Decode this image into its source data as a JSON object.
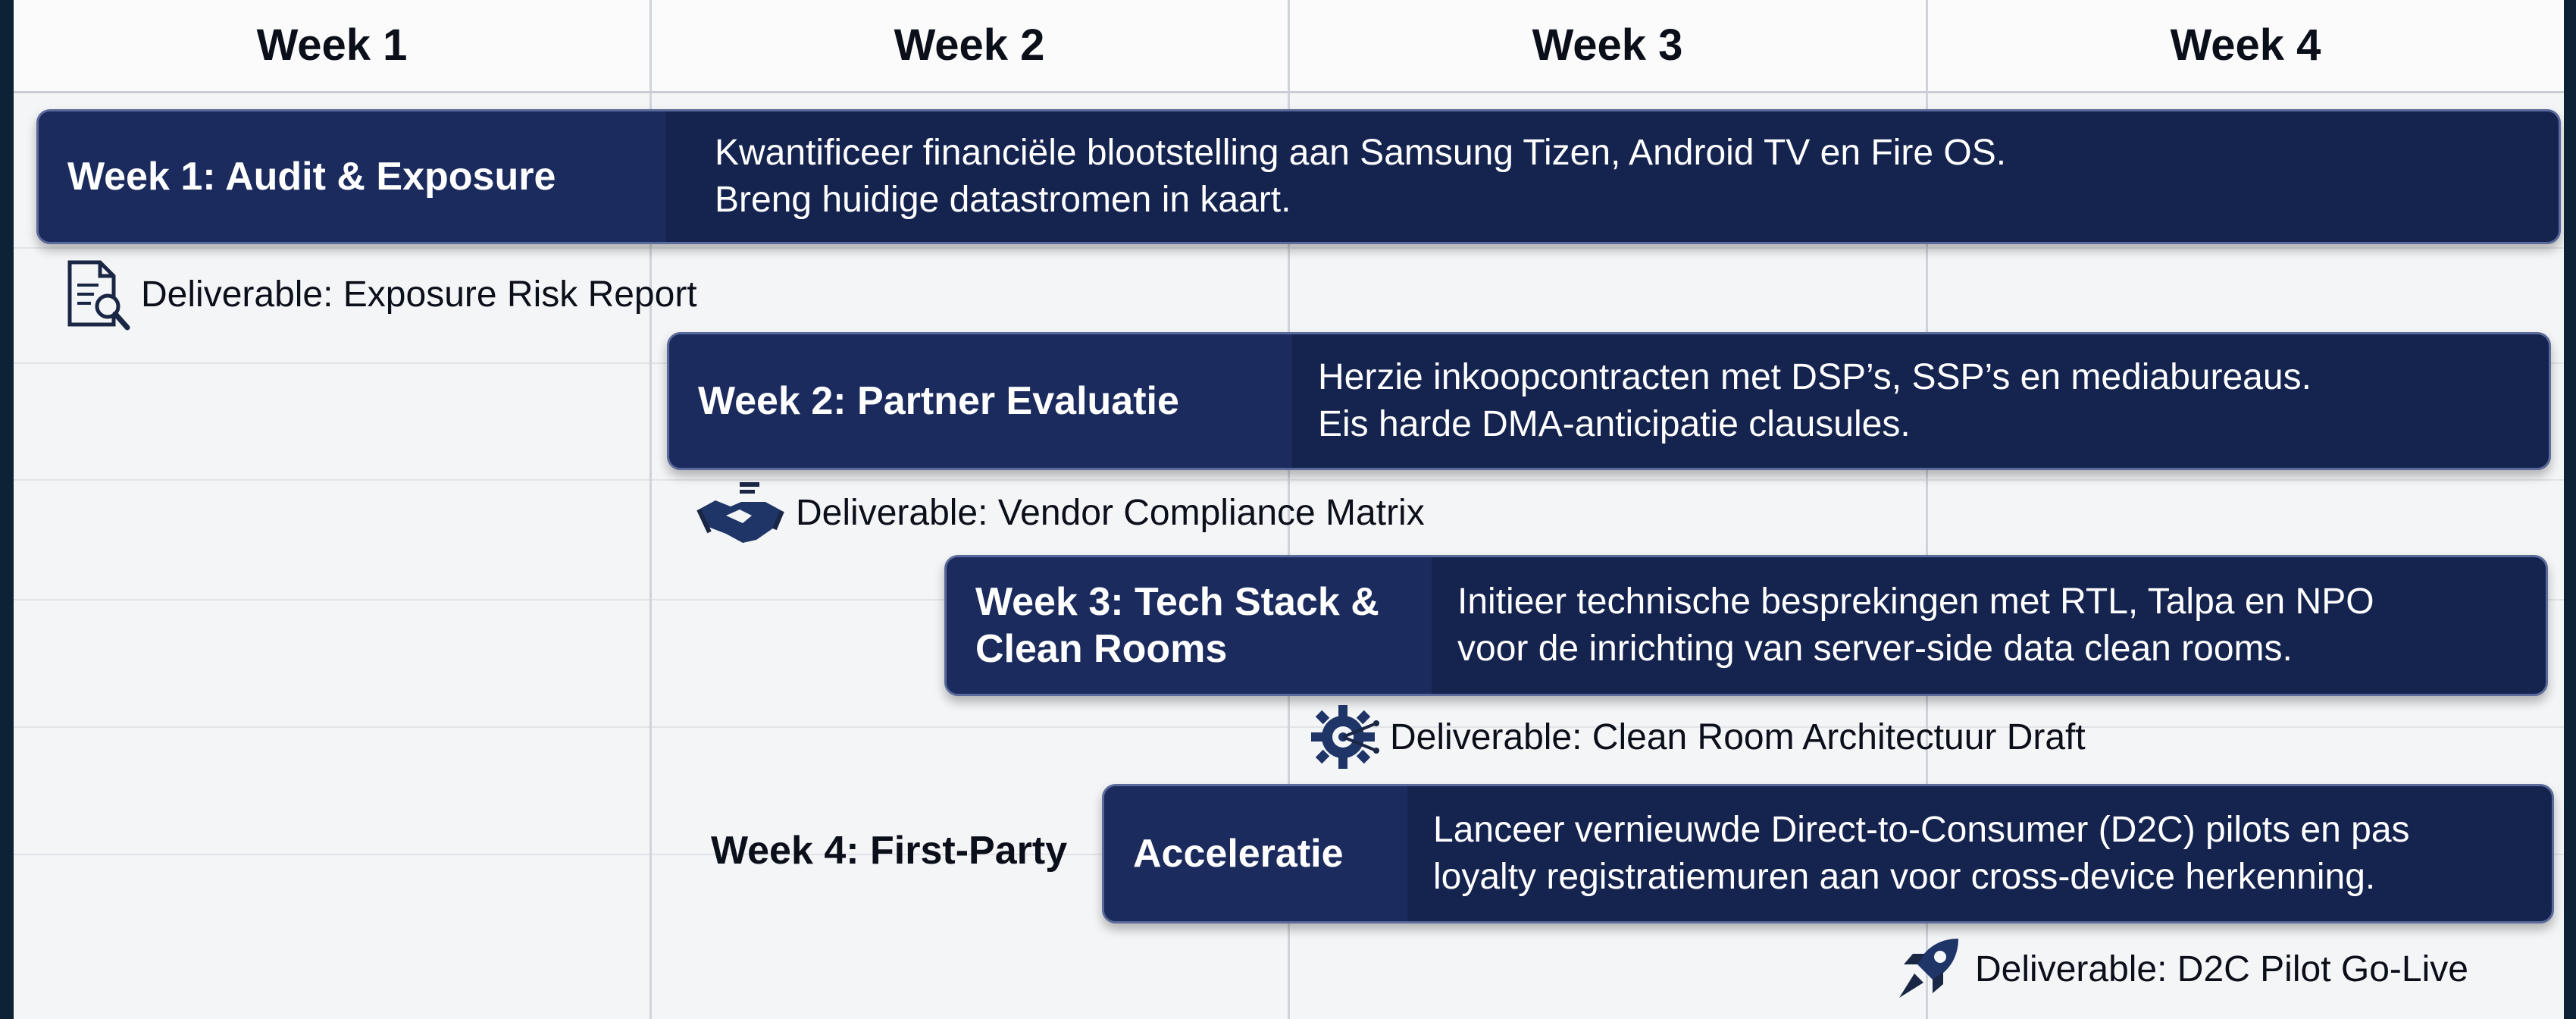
{
  "header": {
    "weeks": [
      "Week 1",
      "Week 2",
      "Week 3",
      "Week 4"
    ]
  },
  "tasks": [
    {
      "label": "Week 1: Audit & Exposure",
      "desc_lines": [
        "Kwantificeer financiële blootstelling aan Samsung Tizen, Android TV en Fire OS.",
        "Breng huidige datastromen in kaart."
      ],
      "deliverable": "Deliverable: Exposure Risk Report",
      "icon": "document-search-icon"
    },
    {
      "label": "Week 2: Partner Evaluatie",
      "desc_lines": [
        "Herzie inkoopcontracten met DSP’s, SSP’s en mediabureaus.",
        "Eis harde DMA-anticipatie clausules."
      ],
      "deliverable": "Deliverable: Vendor Compliance Matrix",
      "icon": "handshake-icon"
    },
    {
      "label_lines": [
        "Week 3: Tech Stack &",
        "Clean Rooms"
      ],
      "desc_lines": [
        "Initieer technische besprekingen met RTL, Talpa en NPO",
        "voor de inrichting van server-side data clean rooms."
      ],
      "deliverable": "Deliverable: Clean Room Architectuur Draft",
      "icon": "gear-circuit-icon"
    },
    {
      "label_outside": "Week 4: First-Party",
      "label": "Acceleratie",
      "desc_lines": [
        "Lanceer vernieuwde Direct-to-Consumer (D2C) pilots en pas",
        "loyalty registratiemuren aan voor cross-device herkenning."
      ],
      "deliverable": "Deliverable: D2C Pilot Go-Live",
      "icon": "rocket-icon"
    }
  ],
  "colors": {
    "bar": "#15234f",
    "bar_border": "#5a6a9a",
    "background": "#f4f5f7",
    "frame": "#0e2236"
  }
}
